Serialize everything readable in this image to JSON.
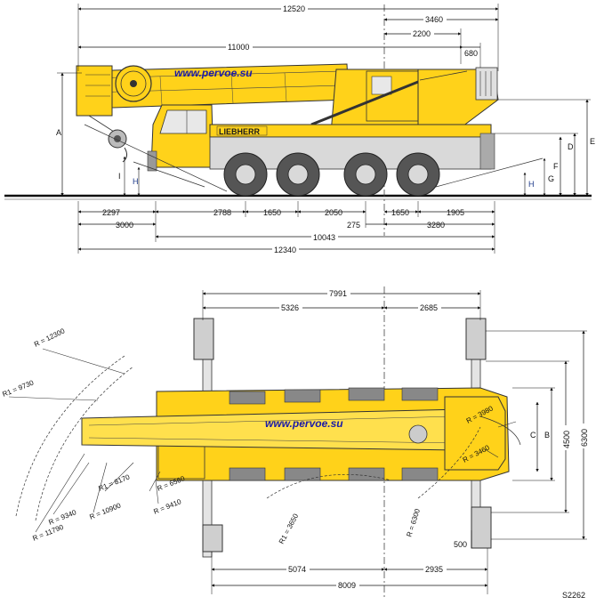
{
  "watermark": "www.pervoe.su",
  "brand": "LIEBHERR",
  "drawing_code": "S2262",
  "side_view": {
    "top_dims": [
      "12520",
      "3460",
      "2200",
      "11000",
      "680"
    ],
    "bottom_dims": [
      "2297",
      "2788",
      "1650",
      "2050",
      "1650",
      "1905",
      "3000",
      "275",
      "3280",
      "10043",
      "12340"
    ],
    "height_labels": [
      "A",
      "I",
      "H",
      "E",
      "D",
      "F",
      "G",
      "H"
    ]
  },
  "top_view": {
    "span_dims": [
      "7991",
      "5326",
      "2685",
      "5074",
      "2935",
      "8009"
    ],
    "width_dims": [
      "4500",
      "6300",
      "500"
    ],
    "width_labels": [
      "C",
      "B"
    ],
    "radii": [
      "R = 12300",
      "R1 = 9730",
      "R = 3980",
      "R = 3460",
      "R1 = 8170",
      "R = 6560",
      "R = 9410",
      "R = 10900",
      "R = 9340",
      "R = 11790",
      "R1 = 3650",
      "R = 6300"
    ]
  }
}
